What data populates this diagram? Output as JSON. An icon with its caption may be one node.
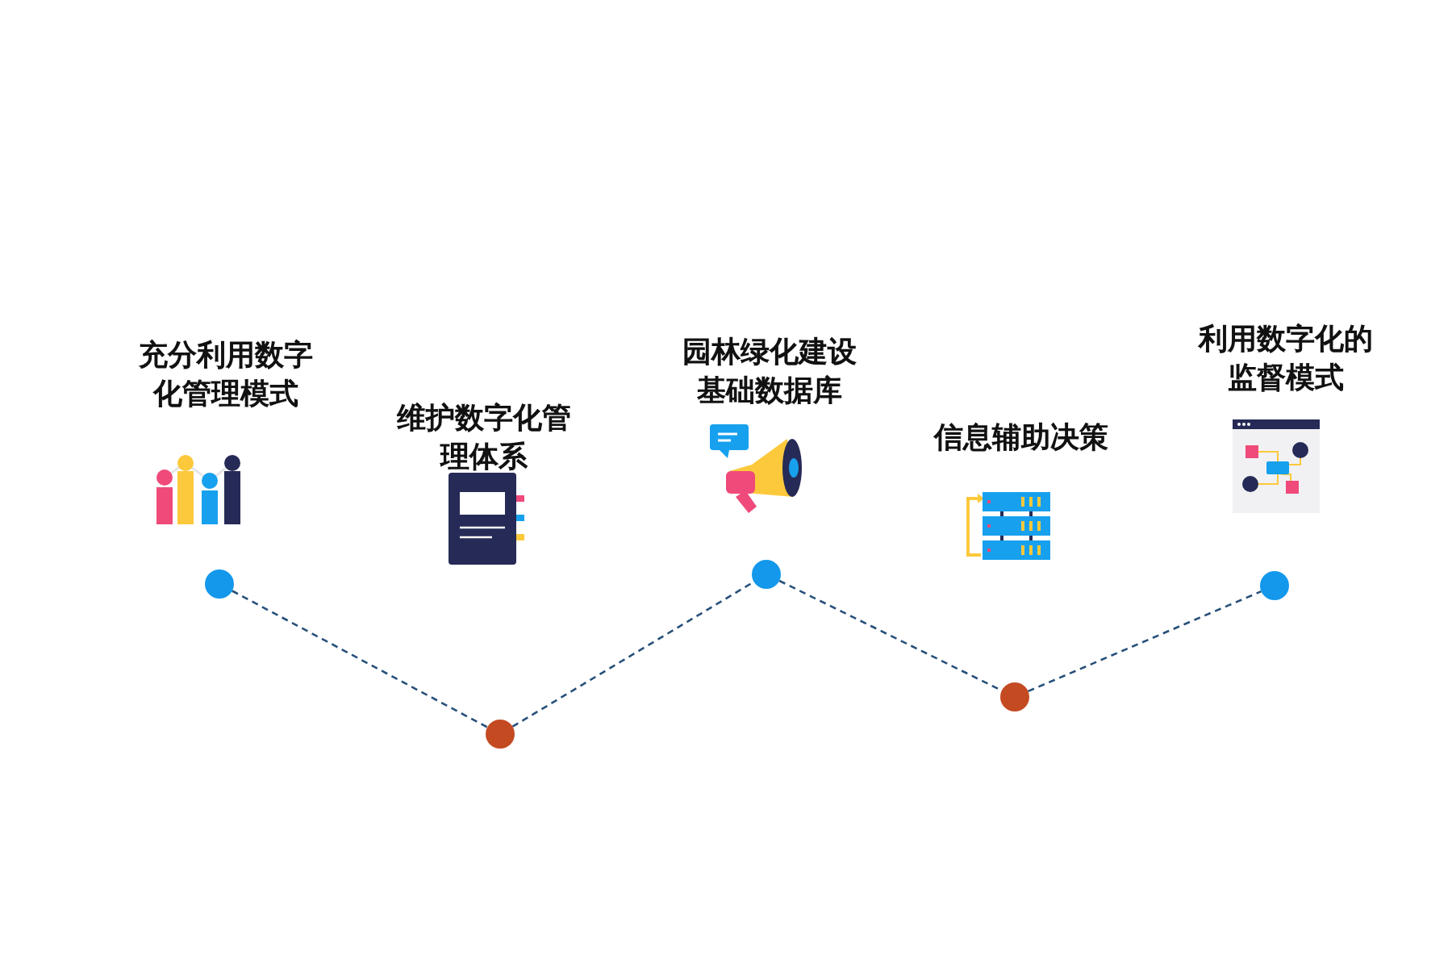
{
  "diagram": {
    "nodes": [
      {
        "text": [],
        "shape": "circle"
      },
      {
        "text": [],
        "shape": "circle"
      },
      {
        "text": [],
        "shape": "circle"
      },
      {
        "text": [],
        "shape": "circle"
      },
      {
        "text": [],
        "shape": "circle"
      }
    ],
    "edges": [
      {
        "from": 0,
        "to": 1,
        "arrow": "none",
        "style": "dashed"
      },
      {
        "from": 1,
        "to": 2,
        "arrow": "none",
        "style": "dashed"
      },
      {
        "from": 2,
        "to": 3,
        "arrow": "none",
        "style": "dashed"
      },
      {
        "from": 3,
        "to": 4,
        "arrow": "none",
        "style": "dashed"
      }
    ],
    "labels": [
      "充分利用数字化管理模式",
      "维护数字化管理体系",
      "园林绿化建设基础数据库",
      "信息辅助决策",
      "利用数字化的监督模式"
    ]
  }
}
